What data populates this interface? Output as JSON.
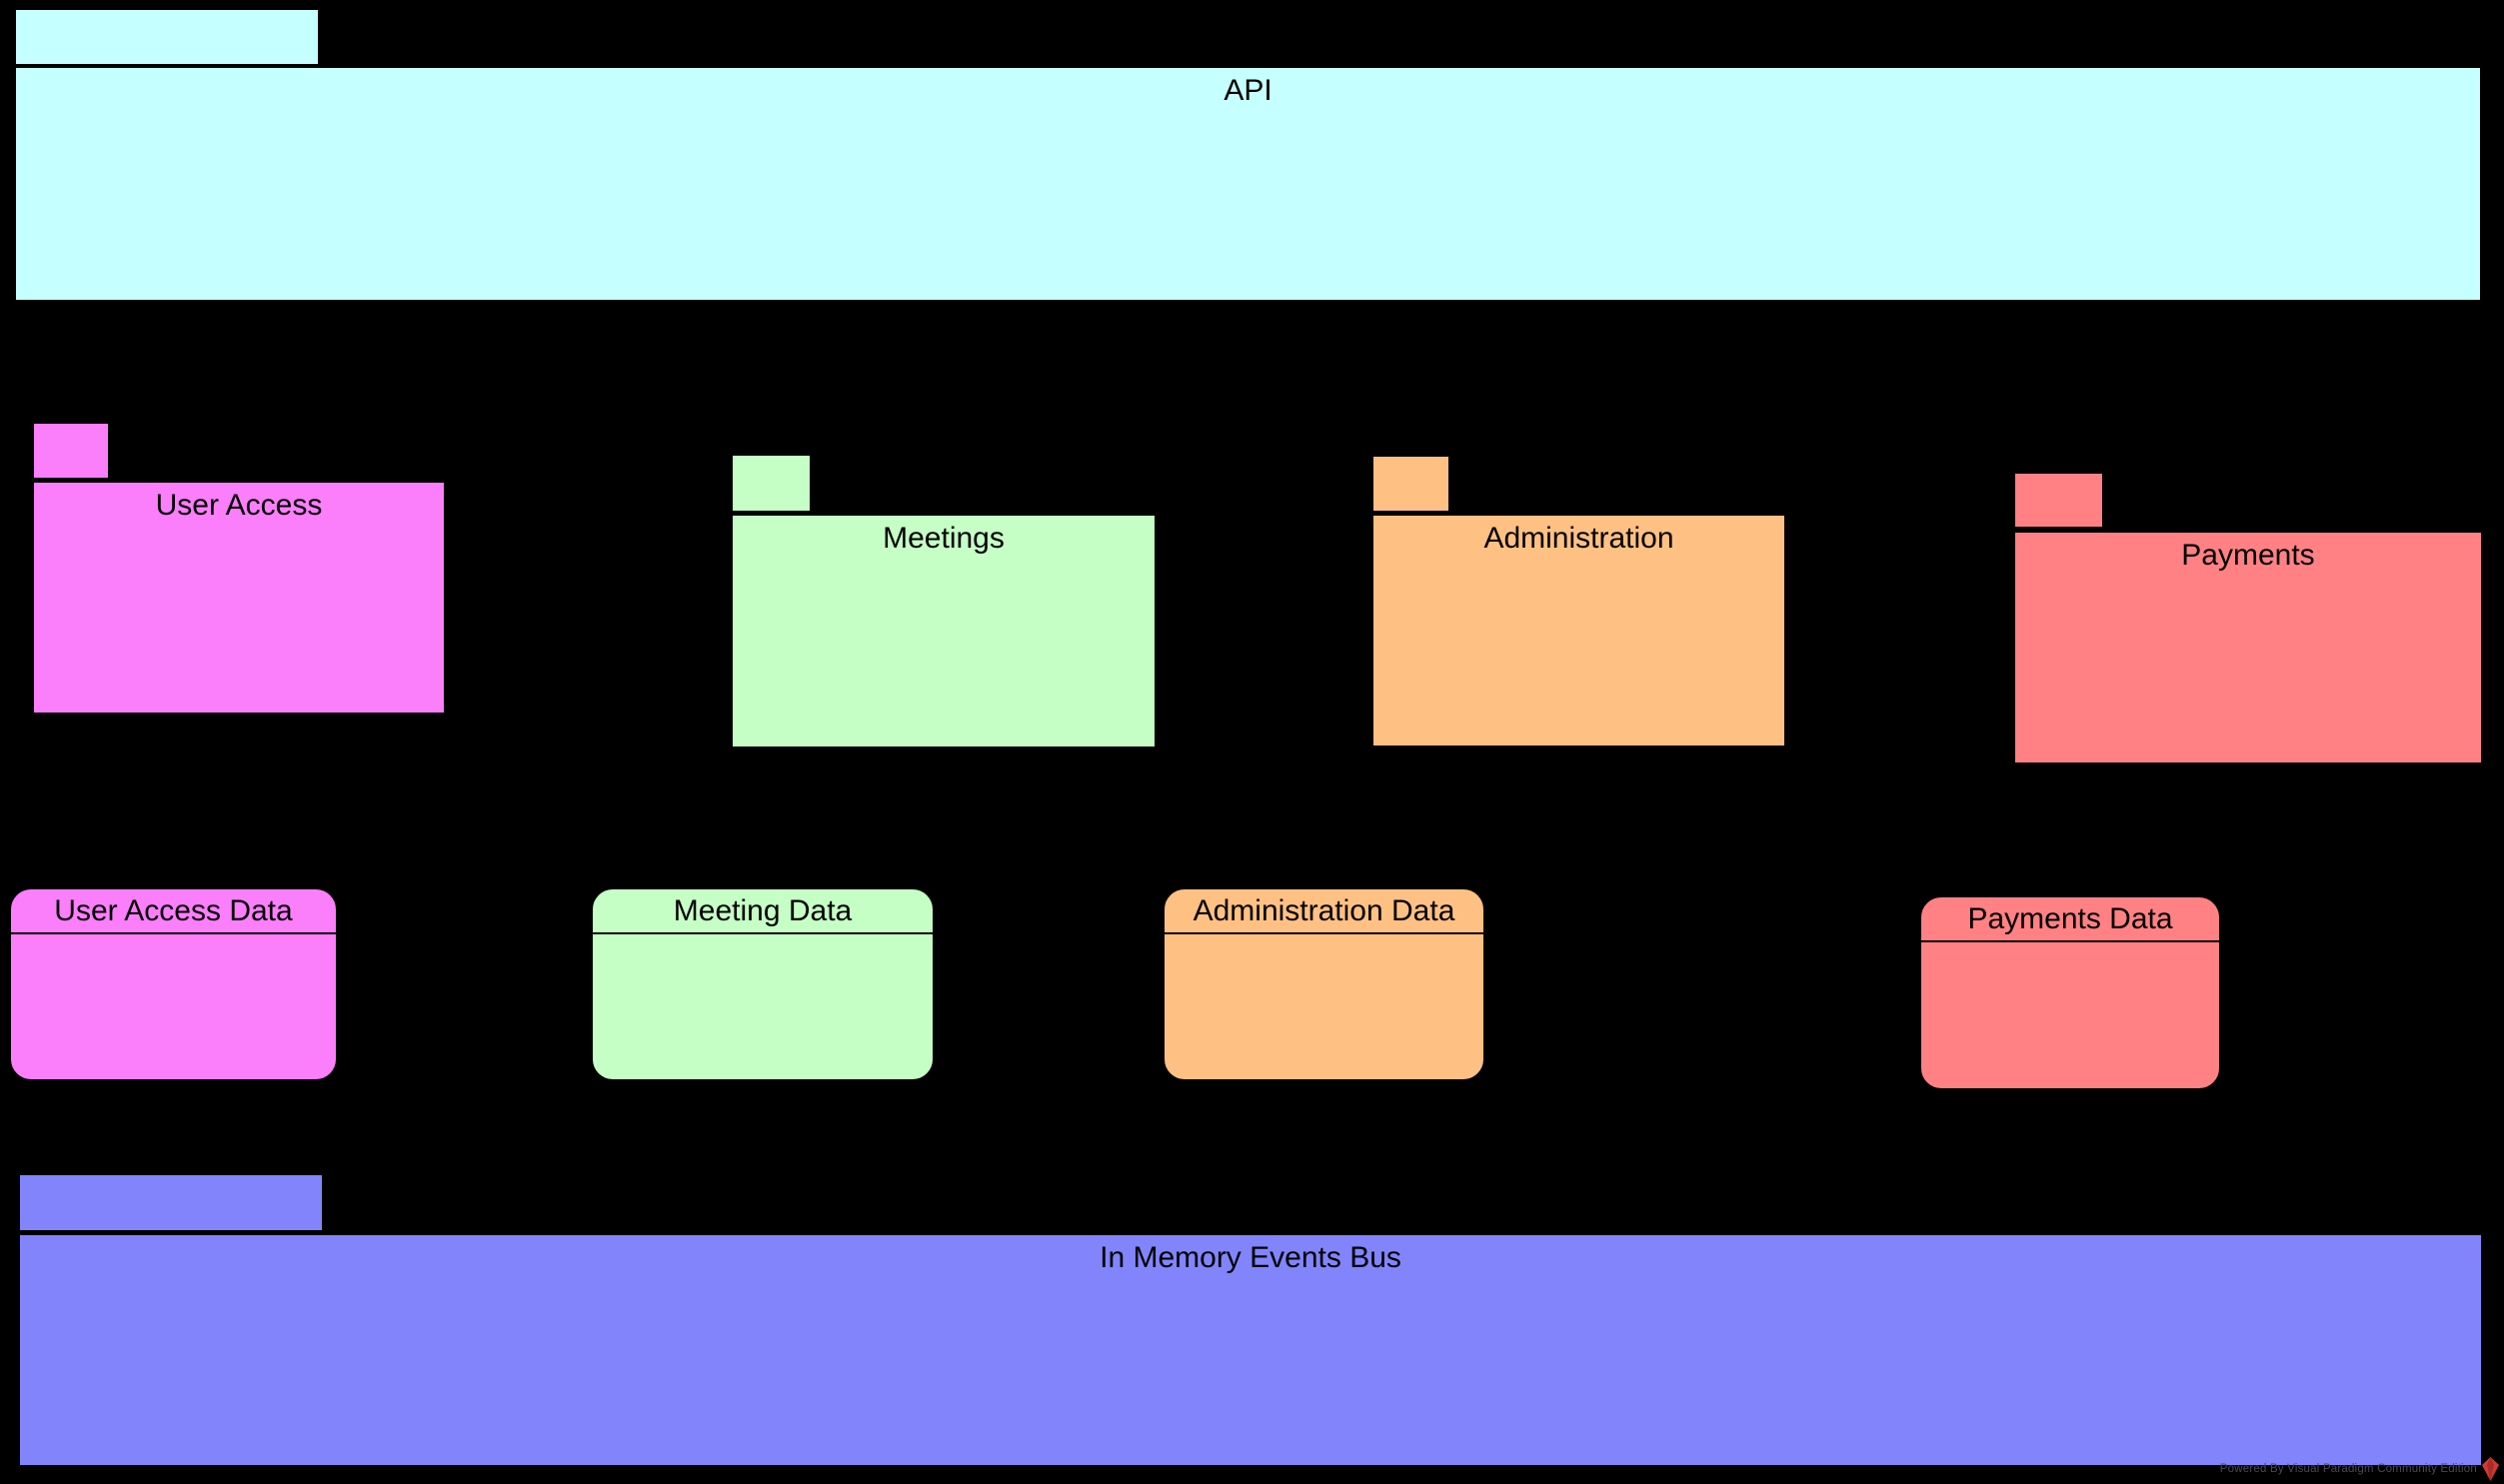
{
  "canvas": {
    "background": "#000000"
  },
  "packages": {
    "api": {
      "label": "API",
      "color": "#C6FFFF"
    },
    "user_access": {
      "label": "User Access",
      "color": "#FB7EFB"
    },
    "meetings": {
      "label": "Meetings",
      "color": "#C6FFC6"
    },
    "administration": {
      "label": "Administration",
      "color": "#FFC183"
    },
    "payments": {
      "label": "Payments",
      "color": "#FF8184"
    },
    "events_bus": {
      "label": "In Memory Events Bus",
      "color": "#8284FB"
    }
  },
  "data_stores": {
    "user_access_data": {
      "label": "User Access Data",
      "color": "#FB7EFB"
    },
    "meeting_data": {
      "label": "Meeting Data",
      "color": "#C6FFC6"
    },
    "administration_data": {
      "label": "Administration Data",
      "color": "#FFC183"
    },
    "payments_data": {
      "label": "Payments Data",
      "color": "#FF8184"
    }
  },
  "watermark": {
    "text": "Powered By Visual Paradigm Community Edition",
    "text_color": "#4A4A55",
    "logo": "visual-paradigm-diamond-icon",
    "logo_color": "#D23B34",
    "logo_accent": "#8E201C"
  }
}
